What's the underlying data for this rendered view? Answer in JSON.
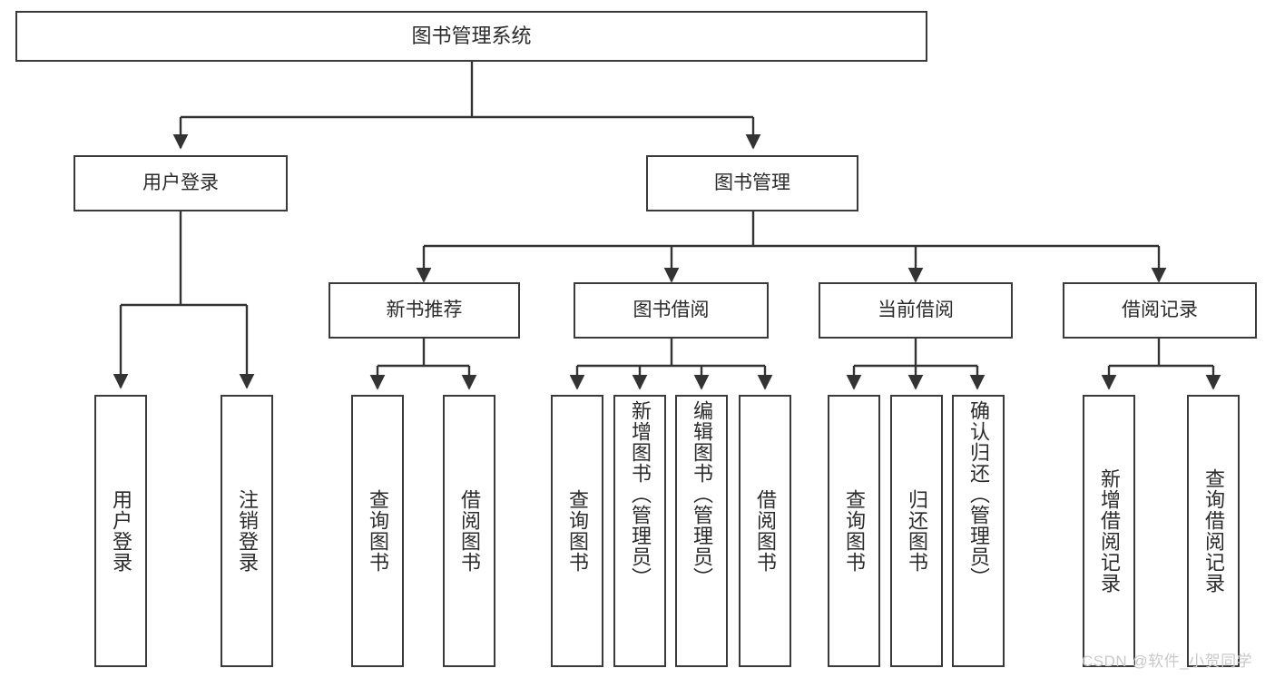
{
  "diagram": {
    "title": "图书管理系统",
    "type": "hierarchy-tree",
    "levels": 3,
    "colors": {
      "border": "#3a3a3a",
      "text": "#2b2b2b",
      "background": "#ffffff",
      "edge": "#333333",
      "watermark": "#c9c9c9"
    },
    "root": {
      "label": "图书管理系统"
    },
    "level2": [
      {
        "label": "用户登录"
      },
      {
        "label": "图书管理"
      }
    ],
    "level3": [
      {
        "label": "新书推荐"
      },
      {
        "label": "图书借阅"
      },
      {
        "label": "当前借阅"
      },
      {
        "label": "借阅记录"
      }
    ],
    "leaves": {
      "user_login": [
        {
          "label": "用户登录"
        },
        {
          "label": "注销登录"
        }
      ],
      "new_book_recommend": [
        {
          "label": "查询图书"
        },
        {
          "label": "借阅图书"
        }
      ],
      "book_borrow": [
        {
          "label": "查询图书"
        },
        {
          "label": "新增图书（管理员）"
        },
        {
          "label": "编辑图书（管理员）"
        },
        {
          "label": "借阅图书"
        }
      ],
      "current_borrow": [
        {
          "label": "查询图书"
        },
        {
          "label": "归还图书"
        },
        {
          "label": "确认归还（管理员）"
        }
      ],
      "borrow_record": [
        {
          "label": "新增借阅记录"
        },
        {
          "label": "查询借阅记录"
        }
      ]
    }
  },
  "watermark": {
    "text": "CSDN @软件_小贺同学"
  }
}
